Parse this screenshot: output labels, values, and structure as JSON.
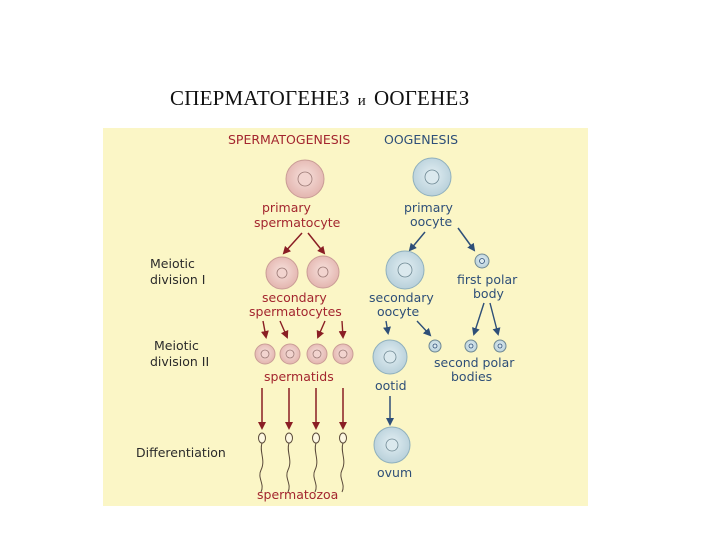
{
  "title": {
    "left": "СПЕРМАТОГЕНЕЗ",
    "and": "и",
    "right": "ООГЕНЕЗ"
  },
  "headers": {
    "spermatogenesis": "SPERMATOGENESIS",
    "oogenesis": "OOGENESIS"
  },
  "stages": {
    "meiotic_1": [
      "Meiotic",
      "division I"
    ],
    "meiotic_2": [
      "Meiotic",
      "division II"
    ],
    "differentiation": "Differentiation"
  },
  "male": {
    "primary": [
      "primary",
      "spermatocyte"
    ],
    "secondary": [
      "secondary",
      "spermatocytes"
    ],
    "spermatids": "spermatids",
    "spermatozoa": "spermatozoa"
  },
  "female": {
    "primary": [
      "primary",
      "oocyte"
    ],
    "first_polar": [
      "first polar",
      "body"
    ],
    "secondary": [
      "secondary",
      "oocyte"
    ],
    "second_polar": [
      "second polar",
      "bodies"
    ],
    "ootid": "ootid",
    "ovum": "ovum"
  },
  "colors": {
    "panel": "#fbf6c6",
    "male_cell": "#efc9c4",
    "female_cell": "#c9dde4",
    "male_text": "#a3262f",
    "female_text": "#2e4f78",
    "arrow": "#8a1e24"
  }
}
